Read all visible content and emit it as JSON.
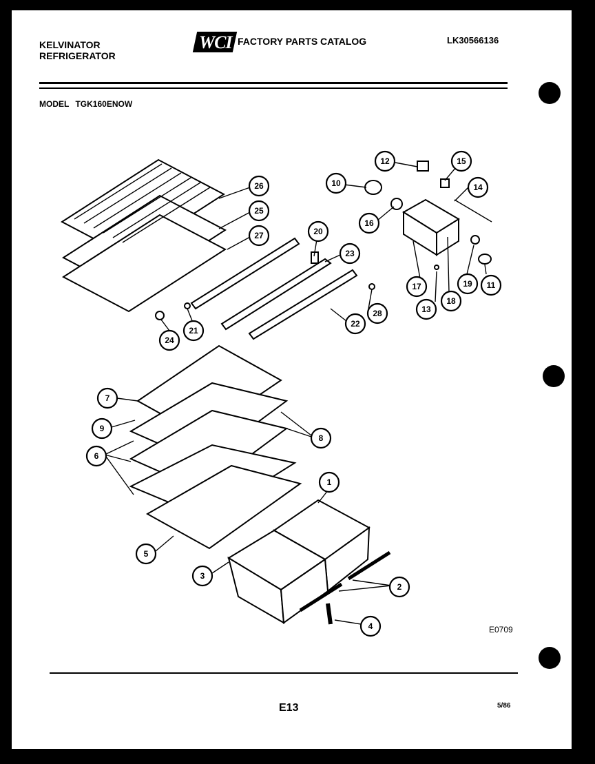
{
  "header": {
    "brand_line1": "KELVINATOR",
    "brand_line2": "REFRIGERATOR",
    "logo_text": "WCI",
    "catalog_title": "FACTORY PARTS CATALOG",
    "catalog_number": "LK30566136",
    "model_label": "MODEL",
    "model_value": "TGK160ENOW"
  },
  "diagram": {
    "figure_code": "E0709",
    "callouts": [
      "1",
      "2",
      "3",
      "4",
      "5",
      "6",
      "7",
      "8",
      "9",
      "10",
      "11",
      "12",
      "13",
      "14",
      "15",
      "16",
      "17",
      "18",
      "19",
      "20",
      "21",
      "22",
      "23",
      "24",
      "25",
      "26",
      "27",
      "28"
    ]
  },
  "footer": {
    "page_number": "E13",
    "date": "5/86"
  }
}
